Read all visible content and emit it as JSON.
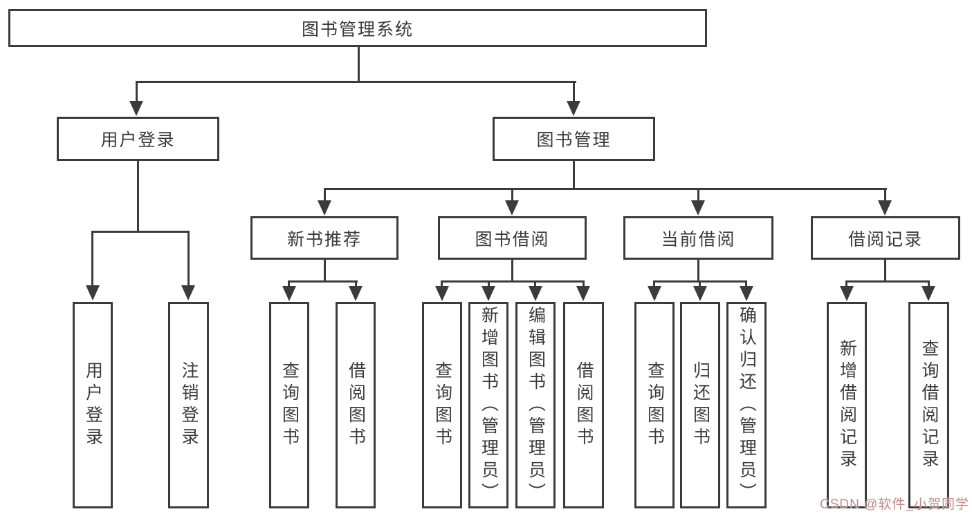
{
  "tree": {
    "root": "图书管理系统",
    "children": [
      {
        "label": "用户登录",
        "children": [
          "用户登录",
          "注销登录"
        ]
      },
      {
        "label": "图书管理",
        "children": [
          {
            "label": "新书推荐",
            "children": [
              "查询图书",
              "借阅图书"
            ]
          },
          {
            "label": "图书借阅",
            "children": [
              "查询图书",
              "新增图书（管理员）",
              "编辑图书（管理员）",
              "借阅图书"
            ]
          },
          {
            "label": "当前借阅",
            "children": [
              "查询图书",
              "归还图书",
              "确认归还（管理员）"
            ]
          },
          {
            "label": "借阅记录",
            "children": [
              "新增借阅记录",
              "查询借阅记录"
            ]
          }
        ]
      }
    ]
  },
  "watermark": {
    "text": "CSDN @软件_小贺同学",
    "color": "#c28989"
  },
  "colors": {
    "line": "#3b3b3b",
    "text": "#3a3a3a",
    "background": "#ffffff"
  }
}
